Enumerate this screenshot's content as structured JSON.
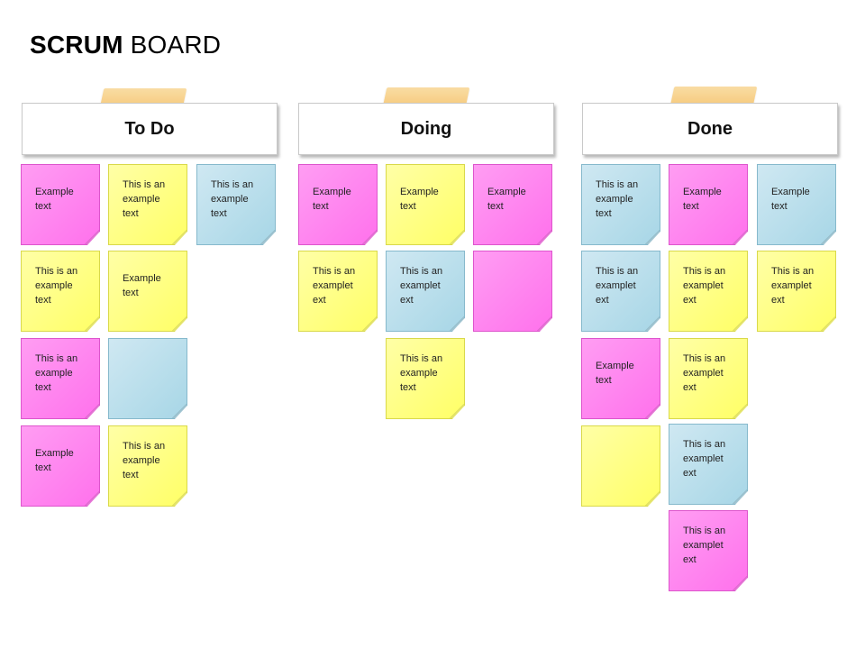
{
  "title": {
    "bold": "SCRUM",
    "rest": "BOARD"
  },
  "columns": [
    {
      "label": "To Do"
    },
    {
      "label": "Doing"
    },
    {
      "label": "Done"
    }
  ],
  "notes": {
    "todo": [
      "Example\ntext",
      "This is an\nexample\ntext",
      "This is an\nexample\ntext",
      "This is an\nexample\ntext",
      "Example\ntext",
      "This is an\nexample\ntext",
      "",
      "Example\ntext",
      "This is an\nexample\ntext"
    ],
    "doing": [
      "Example\ntext",
      "Example\ntext",
      "Example\ntext",
      "This is an\nexamplet\next",
      "This is an\nexamplet\next",
      "",
      "This is an\nexample\ntext"
    ],
    "done": [
      "This is an\nexample\ntext",
      "Example\ntext",
      "Example\ntext",
      "This is an\nexamplet\next",
      "This is an\nexamplet\next",
      "This is an\nexamplet\next",
      "Example\ntext",
      "This is an\nexamplet\next",
      "",
      "This is an\nexamplet\next",
      "This is an\nexamplet\next"
    ]
  },
  "colors": {
    "pink": "#ff80ee",
    "yellow": "#ffff80",
    "blue": "#b7dcea",
    "tape": "#f8cf84"
  }
}
